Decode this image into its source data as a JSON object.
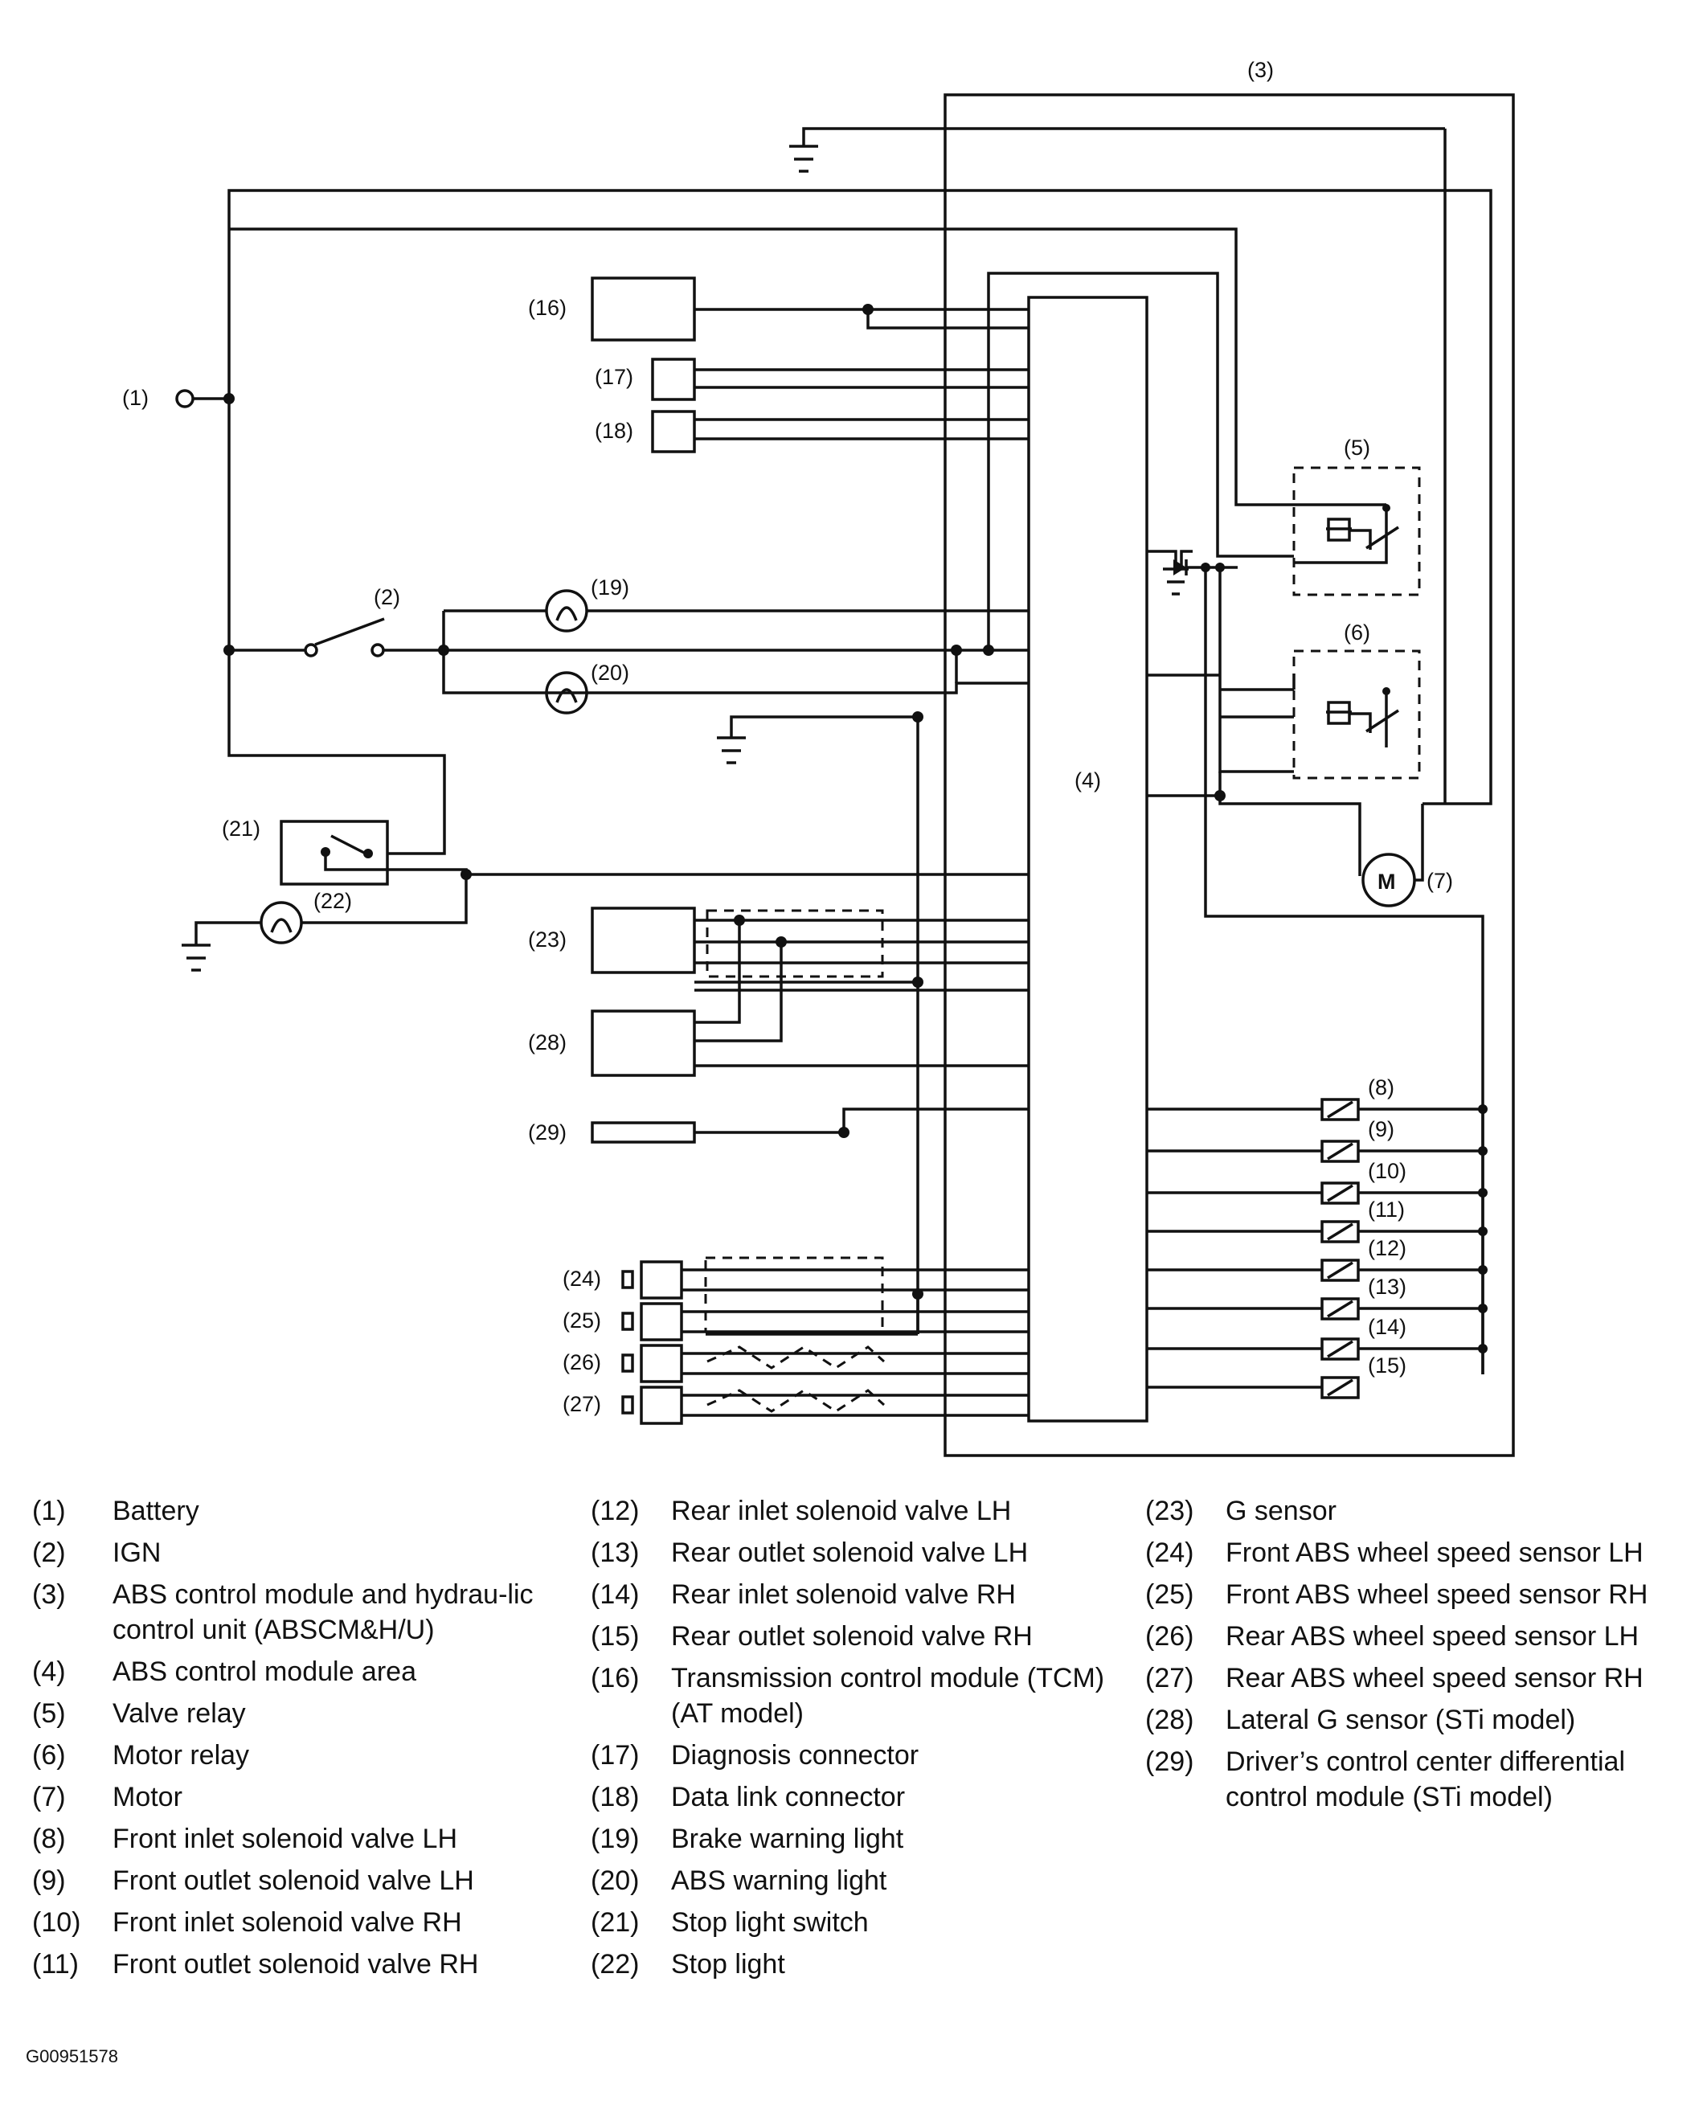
{
  "diagram": {
    "callouts": {
      "c1": "(1)",
      "c2": "(2)",
      "c3": "(3)",
      "c4": "(4)",
      "c5": "(5)",
      "c6": "(6)",
      "c7": "(7)",
      "c8": "(8)",
      "c9": "(9)",
      "c10": "(10)",
      "c11": "(11)",
      "c12": "(12)",
      "c13": "(13)",
      "c14": "(14)",
      "c15": "(15)",
      "c16": "(16)",
      "c17": "(17)",
      "c18": "(18)",
      "c19": "(19)",
      "c20": "(20)",
      "c21": "(21)",
      "c22": "(22)",
      "c23": "(23)",
      "c24": "(24)",
      "c25": "(25)",
      "c26": "(26)",
      "c27": "(27)",
      "c28": "(28)",
      "c29": "(29)"
    },
    "motor_symbol": "M"
  },
  "legend": {
    "col1": [
      {
        "num": "(1)",
        "text": "Battery"
      },
      {
        "num": "(2)",
        "text": "IGN"
      },
      {
        "num": "(3)",
        "text": "ABS control module and hydrau-lic control unit (ABSCM&H/U)"
      },
      {
        "num": "(4)",
        "text": "ABS control module area"
      },
      {
        "num": "(5)",
        "text": "Valve relay"
      },
      {
        "num": "(6)",
        "text": "Motor relay"
      },
      {
        "num": "(7)",
        "text": "Motor"
      },
      {
        "num": "(8)",
        "text": "Front inlet solenoid valve LH"
      },
      {
        "num": "(9)",
        "text": "Front outlet solenoid valve LH"
      },
      {
        "num": "(10)",
        "text": "Front inlet solenoid valve RH"
      },
      {
        "num": "(11)",
        "text": "Front outlet solenoid valve RH"
      }
    ],
    "col2": [
      {
        "num": "(12)",
        "text": "Rear inlet solenoid valve LH"
      },
      {
        "num": "(13)",
        "text": "Rear outlet solenoid valve LH"
      },
      {
        "num": "(14)",
        "text": "Rear inlet solenoid valve RH"
      },
      {
        "num": "(15)",
        "text": "Rear outlet solenoid valve RH"
      },
      {
        "num": "(16)",
        "text": "Transmission control module (TCM) (AT model)"
      },
      {
        "num": "(17)",
        "text": "Diagnosis connector"
      },
      {
        "num": "(18)",
        "text": "Data link connector"
      },
      {
        "num": "(19)",
        "text": "Brake warning light"
      },
      {
        "num": "(20)",
        "text": "ABS warning light"
      },
      {
        "num": "(21)",
        "text": "Stop light switch"
      },
      {
        "num": "(22)",
        "text": "Stop light"
      }
    ],
    "col3": [
      {
        "num": "(23)",
        "text": "G sensor"
      },
      {
        "num": "(24)",
        "text": "Front ABS wheel speed sensor LH"
      },
      {
        "num": "(25)",
        "text": "Front ABS wheel speed sensor RH"
      },
      {
        "num": "(26)",
        "text": "Rear ABS wheel speed sensor LH"
      },
      {
        "num": "(27)",
        "text": "Rear ABS wheel speed sensor RH"
      },
      {
        "num": "(28)",
        "text": "Lateral G sensor (STi model)"
      },
      {
        "num": "(29)",
        "text": "Driver’s control center differential control module (STi model)"
      }
    ]
  },
  "figure_code": "G00951578"
}
